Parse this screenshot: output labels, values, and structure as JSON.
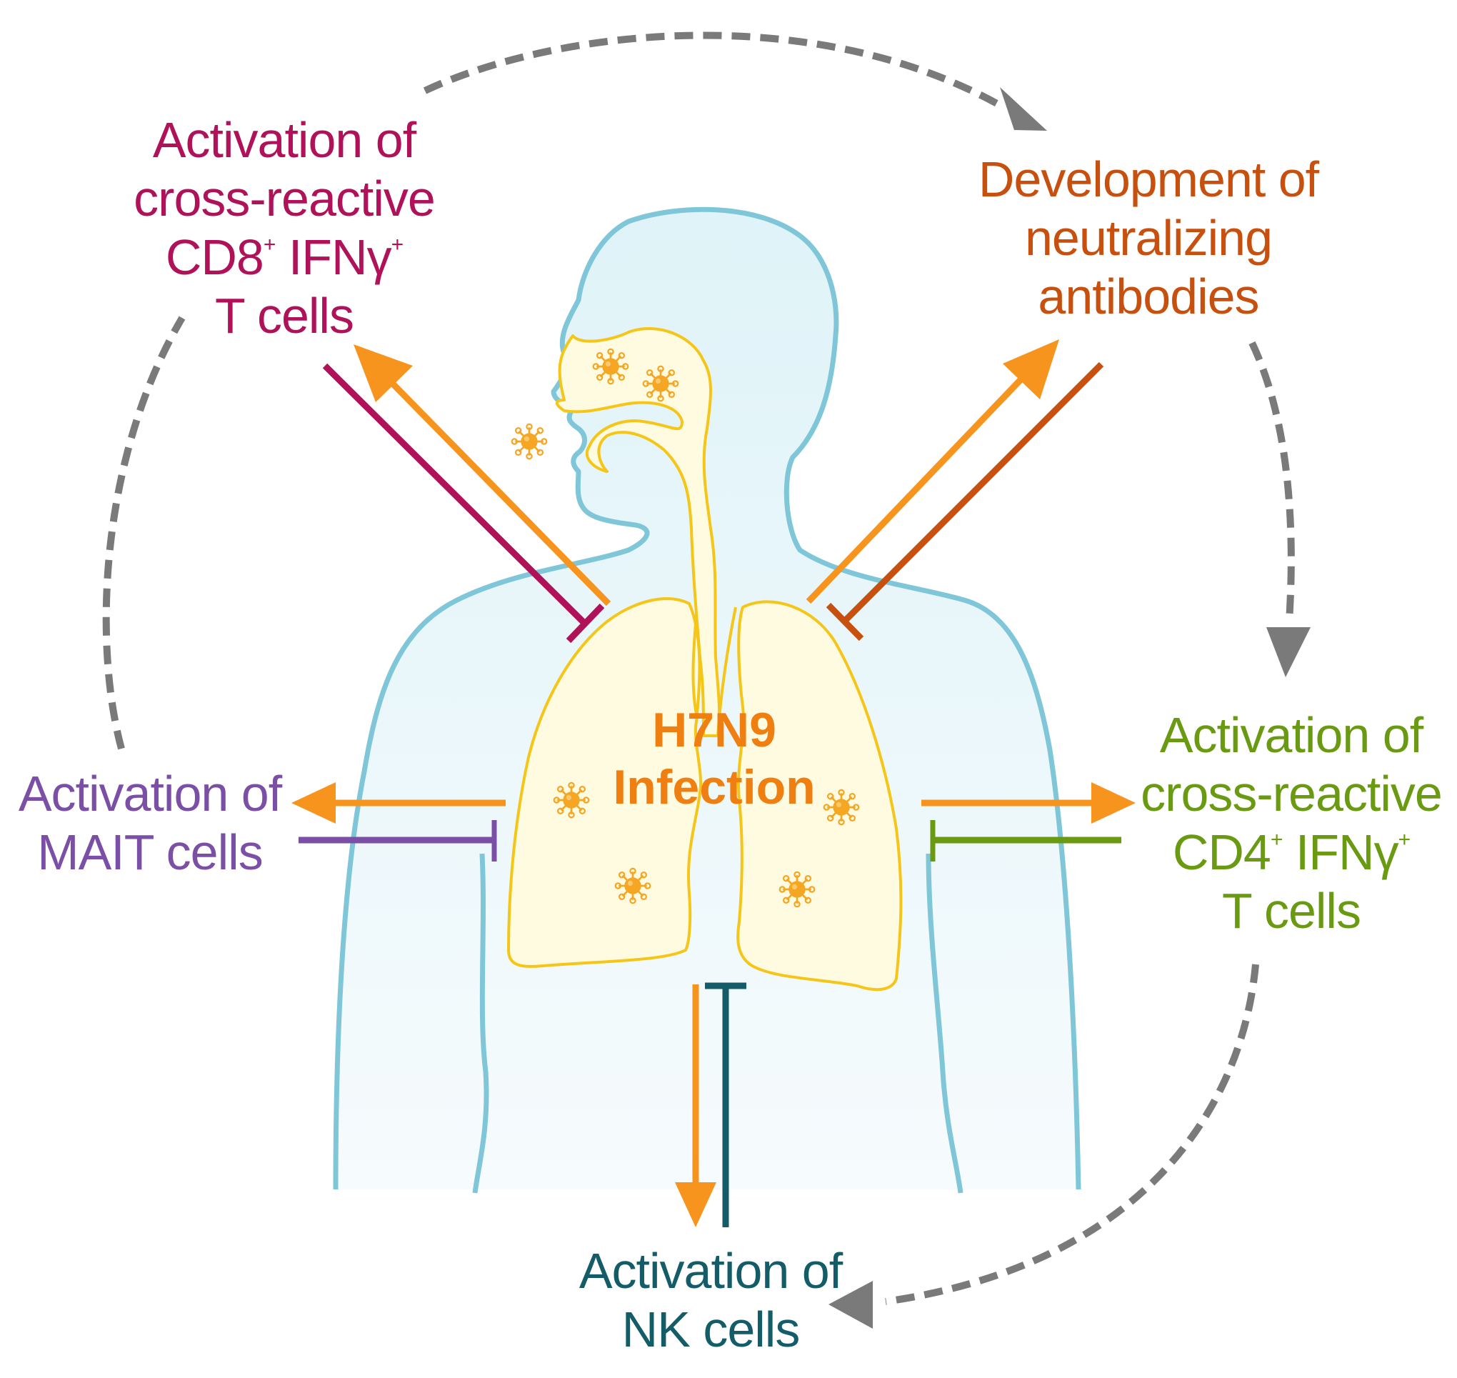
{
  "colors": {
    "body_outline": "#7fc6d9",
    "lung_outline": "#f5c518",
    "virus": "#f5a623",
    "activation_arrow": "#f7941d",
    "cd8": "#b0125a",
    "antibodies": "#c8500e",
    "cd4": "#6a9a12",
    "mait": "#7b4fa6",
    "nk": "#135c68",
    "feedback_arrow": "#7a7a7a",
    "center_text": "#f07f12"
  },
  "icons": {
    "virus": "virus-icon",
    "activation": "arrow-icon",
    "inhibition": "inhibition-bar-icon",
    "feedback": "dashed-arrow-icon"
  },
  "center": {
    "line1": "H7N9",
    "line2": "Infection"
  },
  "nodes": {
    "cd8": {
      "line1": "Activation of",
      "line2": "cross-reactive",
      "line3a": "CD8",
      "line3a_sup": "+",
      "line3b": " IFNγ",
      "line3b_sup": "+",
      "line4": "T cells"
    },
    "antibodies": {
      "line1": "Development of",
      "line2": "neutralizing",
      "line3": "antibodies"
    },
    "cd4": {
      "line1": "Activation of",
      "line2": "cross-reactive",
      "line3a": "CD4",
      "line3a_sup": "+",
      "line3b": " IFNγ",
      "line3b_sup": "+",
      "line4": "T cells"
    },
    "mait": {
      "line1": "Activation of",
      "line2": "MAIT cells"
    },
    "nk": {
      "line1": "Activation of",
      "line2": "NK cells"
    }
  }
}
